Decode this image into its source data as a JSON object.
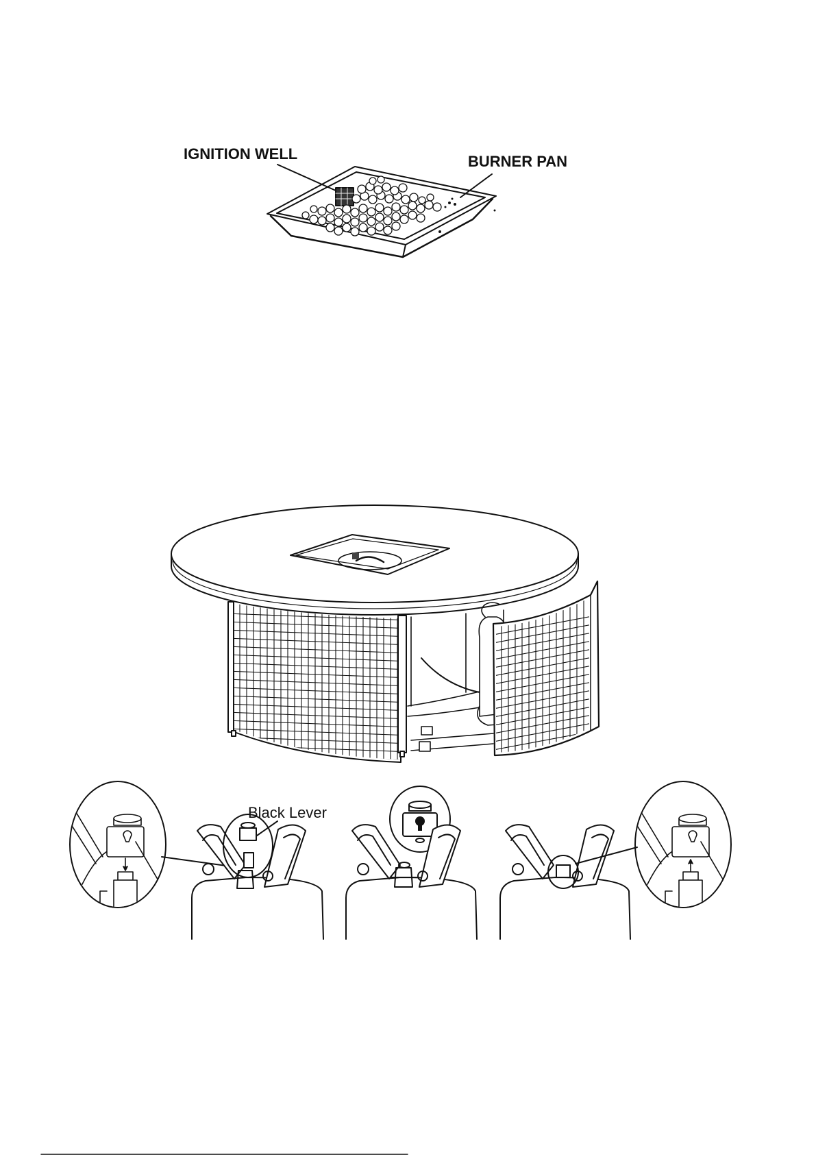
{
  "figure1": {
    "label_left": "IGNITION WELL",
    "label_right": "BURNER PAN"
  },
  "figure3": {
    "lever_label": "Black Lever"
  }
}
